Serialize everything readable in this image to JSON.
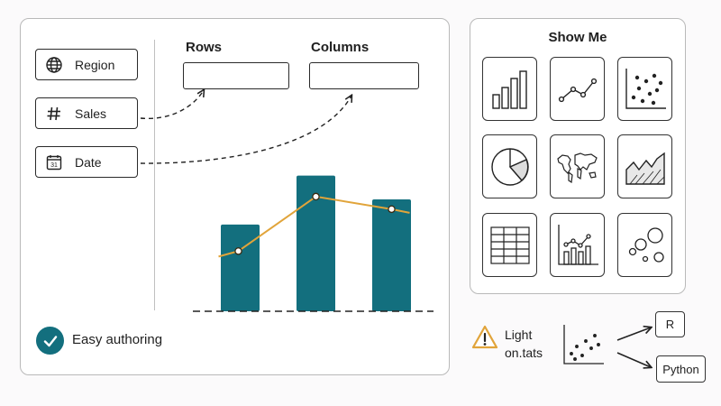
{
  "shelves": {
    "rows_label": "Rows",
    "columns_label": "Columns"
  },
  "fields": [
    {
      "label": "Region",
      "icon": "globe-icon"
    },
    {
      "label": "Sales",
      "icon": "hash-icon"
    },
    {
      "label": "Date",
      "icon": "calendar-icon"
    }
  ],
  "calendar_glyph": "31",
  "chart_data": {
    "type": "bar",
    "categories": [
      "",
      "",
      ""
    ],
    "series": [
      {
        "type": "bar",
        "values": [
          0.62,
          0.97,
          0.8
        ]
      },
      {
        "type": "line",
        "values": [
          0.43,
          0.82,
          0.73
        ]
      }
    ],
    "title": "",
    "xlabel": "",
    "ylabel": "",
    "ylim": [
      0,
      1
    ],
    "grid": false,
    "bar_color": "#136f7e",
    "line_color": "#e1a43a"
  },
  "footer": {
    "label": "Easy authoring"
  },
  "show_me": {
    "title": "Show Me",
    "tiles": [
      "bar-chart-icon",
      "line-chart-icon",
      "scatter-icon",
      "pie-chart-icon",
      "world-map-icon",
      "area-chart-icon",
      "text-table-icon",
      "combo-chart-icon",
      "bubble-chart-icon"
    ]
  },
  "note": {
    "line1": "Light",
    "line2": "on.tats",
    "languages": [
      "R",
      "Python"
    ]
  },
  "colors": {
    "accent": "#136f7e",
    "line": "#e1a43a",
    "warning": "#e1a43a"
  }
}
